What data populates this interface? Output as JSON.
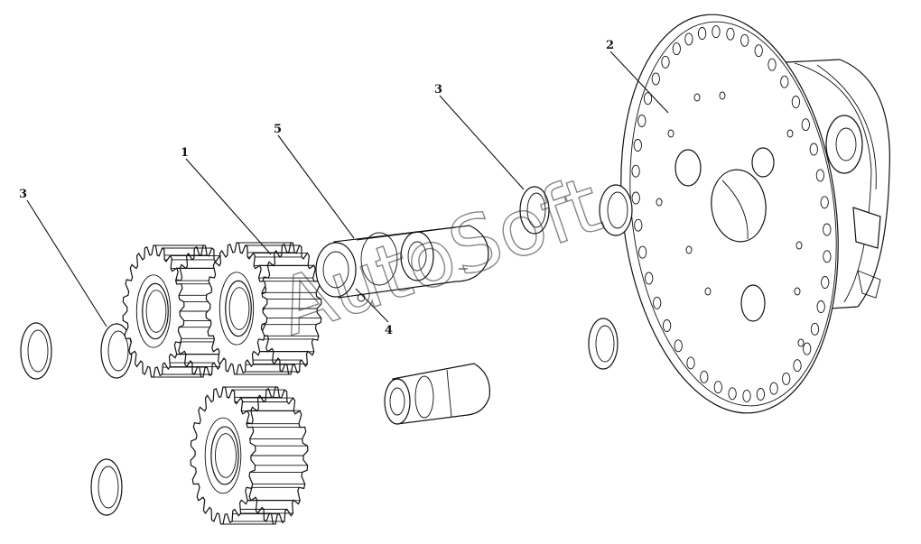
{
  "diagram": {
    "callouts": [
      {
        "id": "c1",
        "text": "1"
      },
      {
        "id": "c2",
        "text": "2"
      },
      {
        "id": "c3a",
        "text": "3"
      },
      {
        "id": "c3b",
        "text": "3"
      },
      {
        "id": "c4",
        "text": "4"
      },
      {
        "id": "c5",
        "text": "5"
      }
    ],
    "watermark": "AutoSoft"
  }
}
